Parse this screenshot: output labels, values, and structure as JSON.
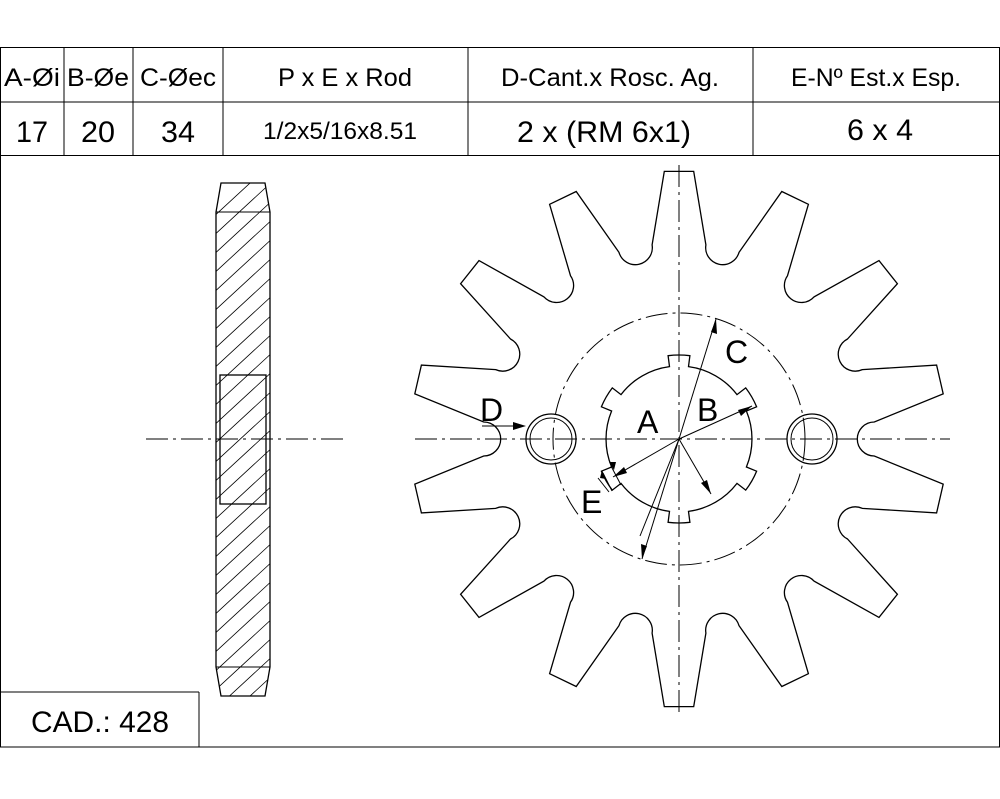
{
  "spec_table": {
    "headers": [
      "A-Øi",
      "B-Øe",
      "C-Øec",
      "P x E x Rod",
      "D-Cant.x Rosc. Ag.",
      "E-Nº Est.x Esp."
    ],
    "values": [
      "17",
      "20",
      "34",
      "1/2x5/16x8.51",
      "2 x (RM 6x1)",
      "6 x 4"
    ]
  },
  "cad_label": "CAD.: 428",
  "dimension_labels": {
    "a": "A",
    "b": "B",
    "c": "C",
    "d": "D",
    "e": "E"
  },
  "sprocket": {
    "teeth": 14,
    "splines": 6,
    "bolt_holes": 2
  }
}
